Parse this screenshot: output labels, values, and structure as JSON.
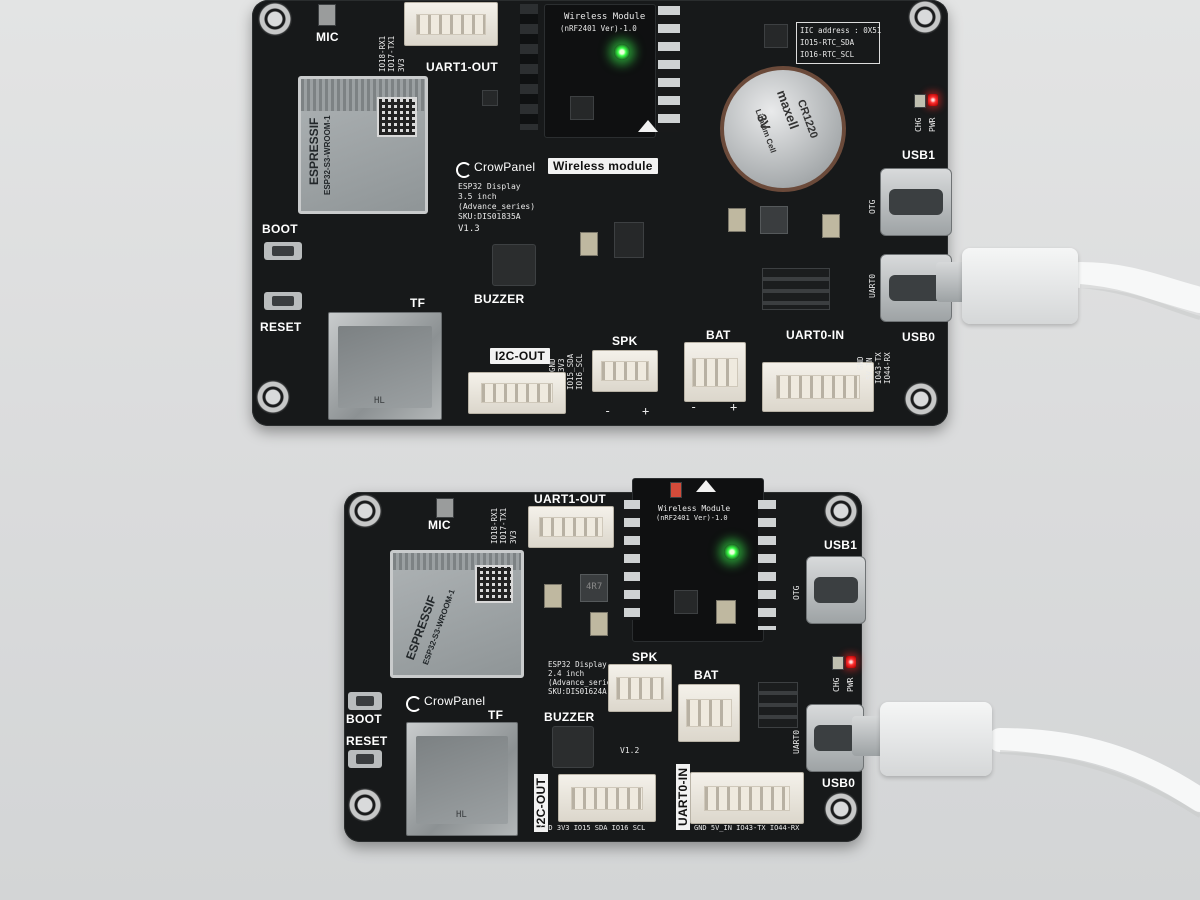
{
  "upper_board": {
    "labels": {
      "mic": "MIC",
      "uart1_out": "UART1-OUT",
      "boot": "BOOT",
      "reset": "RESET",
      "tf": "TF",
      "buzzer": "BUZZER",
      "i2c_out": "I2C-OUT",
      "spk": "SPK",
      "bat": "BAT",
      "uart0_in": "UART0-IN",
      "usb1": "USB1",
      "usb0": "USB0",
      "otg": "OTG",
      "uart0": "UART0",
      "chg": "CHG",
      "pwr": "PWR",
      "wireless_module_title": "Wireless module"
    },
    "iic_info": [
      "IIC address : 0X51",
      "IO15-RTC_SDA",
      "IO16-RTC_SCL"
    ],
    "module_title": "Wireless Module",
    "module_sub": "(nRF2401 Ver)-1.0",
    "esp_brand": "ESPRESSIF",
    "esp_model": "ESP32-S3-WROOM-1",
    "brand": "CrowPanel",
    "product_info": [
      "ESP32 Display",
      "3.5 inch",
      "(Advance_series)",
      "SKU:DIS01835A"
    ],
    "version": "V1.3",
    "coin_cell": {
      "model": "CR1220",
      "brand": "maxell",
      "voltage": "3V",
      "chemistry": "Lithium Cell"
    },
    "sd_mark": "HL",
    "i2c_pins": [
      "GND",
      "3V3",
      "IO15_SDA",
      "IO16_SCL"
    ],
    "uart0_pins": [
      "GND",
      "5V_IN",
      "IO43-TX",
      "IO44-RX"
    ],
    "spk_signs": [
      "-",
      "+"
    ],
    "bat_signs": [
      "-",
      "+"
    ]
  },
  "lower_board": {
    "labels": {
      "mic": "MIC",
      "uart1_out": "UART1-OUT",
      "usb1": "USB1",
      "otg": "OTG",
      "chg": "CHG",
      "pwr": "PWR",
      "boot": "BOOT",
      "reset": "RESET",
      "tf": "TF",
      "buzzer": "BUZZER",
      "spk": "SPK",
      "bat": "BAT",
      "i2c_out": "I2C-OUT",
      "uart0_in": "UART0-IN",
      "usb0": "USB0",
      "uart0": "UART0"
    },
    "module_title": "Wireless Module",
    "module_sub": "(nRF2401 Ver)-1.0",
    "esp_brand": "ESPRESSIF",
    "esp_model": "ESP32-S3-WROOM-1",
    "brand": "CrowPanel",
    "product_info": [
      "ESP32 Display",
      "2.4 inch",
      "(Advance_series)",
      "SKU:DIS01624A"
    ],
    "version": "V1.2",
    "inductor_mark": "4R7",
    "sd_mark": "HL",
    "i2c_pins": "GND 3V3 IO15 SDA IO16 SCL",
    "uart0_pins": "GND 5V_IN IO43-TX IO44-RX"
  },
  "colors": {
    "background": "#dcdddd",
    "pcb": "#17191a",
    "silkscreen": "#ffffff",
    "connector": "#ece8df",
    "led_green": "#38ff46",
    "led_red": "#ff3030"
  }
}
